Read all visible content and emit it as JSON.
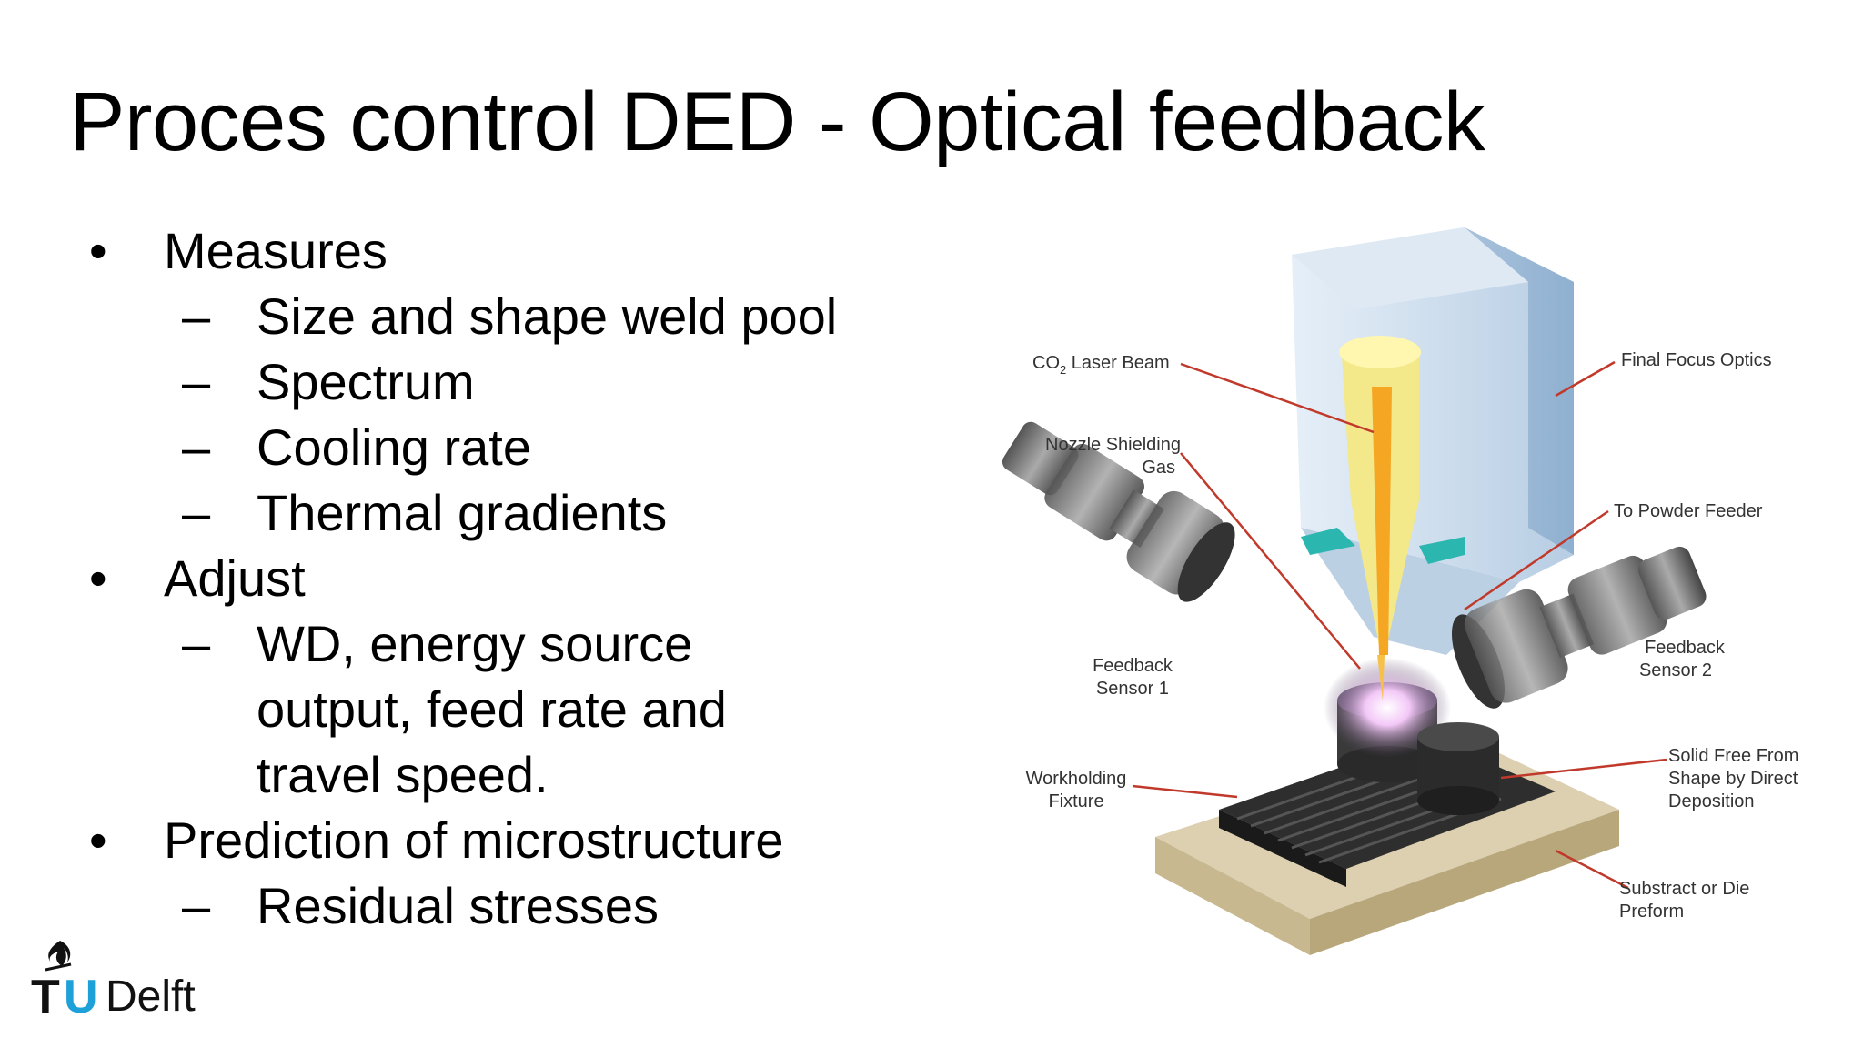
{
  "slide": {
    "title": "Proces control DED - Optical feedback",
    "bullets": [
      {
        "text": "Measures",
        "sub": [
          {
            "text": "Size and shape weld pool"
          },
          {
            "text": "Spectrum"
          },
          {
            "text": "Cooling rate"
          },
          {
            "text": "Thermal gradients"
          }
        ]
      },
      {
        "text": "Adjust",
        "sub": [
          {
            "lines": [
              "WD, energy source",
              "output, feed rate and",
              "travel speed."
            ]
          }
        ]
      },
      {
        "text": "Prediction of microstructure",
        "sub": [
          {
            "text": "Residual stresses"
          }
        ]
      }
    ],
    "bullet_marker": "•",
    "sub_marker": "–"
  },
  "figure": {
    "labels": {
      "co2_laser_beam": "CO",
      "co2_subscript": "2",
      "co2_laser_beam_rest": " Laser Beam",
      "final_focus_optics": "Final Focus Optics",
      "nozzle_shielding_1": "Nozzle Shielding",
      "nozzle_shielding_2": "Gas",
      "to_powder_feeder": "To Powder Feeder",
      "feedback_sensor_1_a": "Feedback",
      "feedback_sensor_1_b": "Sensor 1",
      "feedback_sensor_2_a": "Feedback",
      "feedback_sensor_2_b": "Sensor 2",
      "workholding_a": "Workholding",
      "workholding_b": "Fixture",
      "solid_free_a": "Solid Free From",
      "solid_free_b": "Shape by Direct",
      "solid_free_c": "Deposition",
      "substract_a": "Substract or Die",
      "substract_b": "Preform"
    },
    "colors": {
      "optics_box": "#c9dcee",
      "laser": "#f5a623",
      "leader": "#c0392b",
      "base": "#d9c9a3",
      "glow": "#e8b4f0"
    }
  },
  "logo": {
    "t": "T",
    "u": "U",
    "delft": "Delft",
    "u_color": "#1ea0d8"
  }
}
